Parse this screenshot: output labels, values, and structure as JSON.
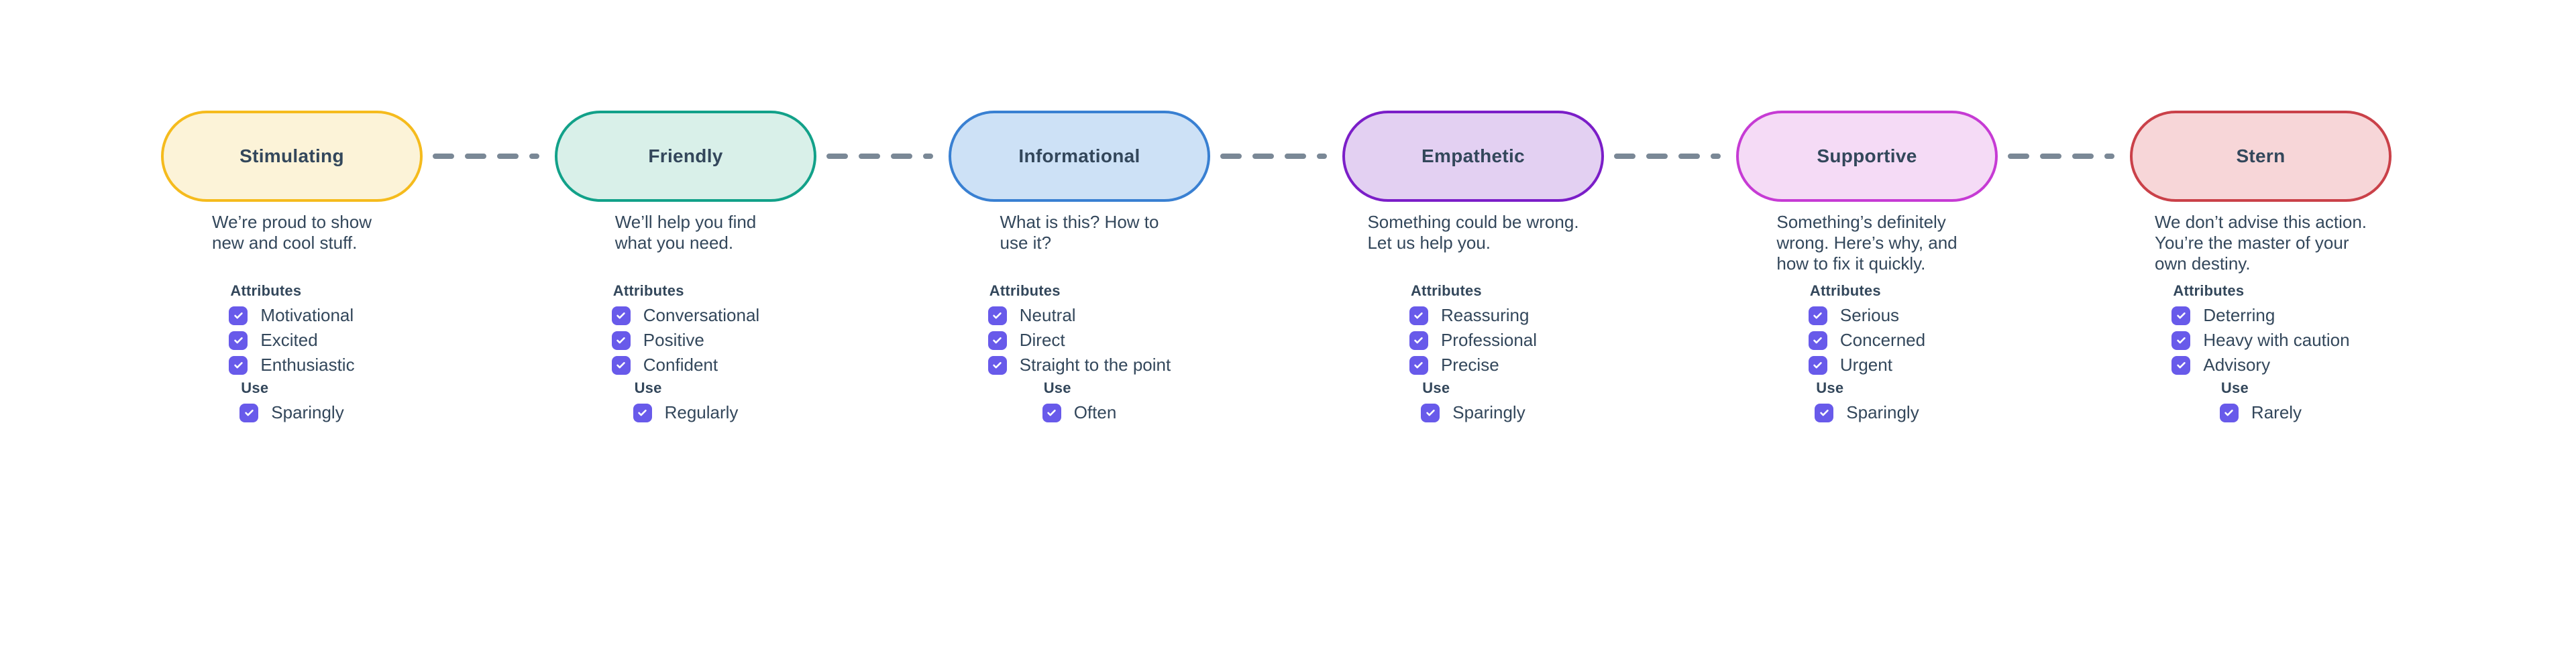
{
  "page": {
    "background_color": "#ffffff"
  },
  "diagram": {
    "text_color": "#33475B",
    "connector_color": "#7A8896",
    "checkbox_color": "#685AEA",
    "checkmark_color": "#ffffff",
    "tones": [
      {
        "name": "Stimulating",
        "description": "We’re proud to show\nnew and cool stuff.",
        "attributes_label": "Attributes",
        "attributes": [
          "Motivational",
          "Excited",
          "Enthusiastic"
        ],
        "use_label": "Use",
        "use": "Sparingly",
        "fill_color": "#FCF3D8",
        "border_color": "#F5BB1D"
      },
      {
        "name": "Friendly",
        "description": "We’ll help you find\nwhat you need.",
        "attributes_label": "Attributes",
        "attributes": [
          "Conversational",
          "Positive",
          "Confident"
        ],
        "use_label": "Use",
        "use": "Regularly",
        "fill_color": "#D9F0E9",
        "border_color": "#12A189"
      },
      {
        "name": "Informational",
        "description": "What is this? How to\nuse it?",
        "attributes_label": "Attributes",
        "attributes": [
          "Neutral",
          "Direct",
          "Straight to the point"
        ],
        "use_label": "Use",
        "use": "Often",
        "fill_color": "#CDE1F6",
        "border_color": "#3980D2"
      },
      {
        "name": "Empathetic",
        "description": "Something could be wrong.\nLet us help you.",
        "attributes_label": "Attributes",
        "attributes": [
          "Reassuring",
          "Professional",
          "Precise"
        ],
        "use_label": "Use",
        "use": "Sparingly",
        "fill_color": "#E3D0F2",
        "border_color": "#7B1EC8"
      },
      {
        "name": "Supportive",
        "description": "Something’s definitely\nwrong. Here’s why, and\nhow to fix it quickly.",
        "attributes_label": "Attributes",
        "attributes": [
          "Serious",
          "Concerned",
          "Urgent"
        ],
        "use_label": "Use",
        "use": "Sparingly",
        "fill_color": "#F5DBF6",
        "border_color": "#C63BD4"
      },
      {
        "name": "Stern",
        "description": "We don’t advise this action.\nYou’re the master of your\nown destiny.",
        "attributes_label": "Attributes",
        "attributes": [
          "Deterring",
          "Heavy with caution",
          "Advisory"
        ],
        "use_label": "Use",
        "use": "Rarely",
        "fill_color": "#F7D6D8",
        "border_color": "#CA4149"
      }
    ]
  }
}
